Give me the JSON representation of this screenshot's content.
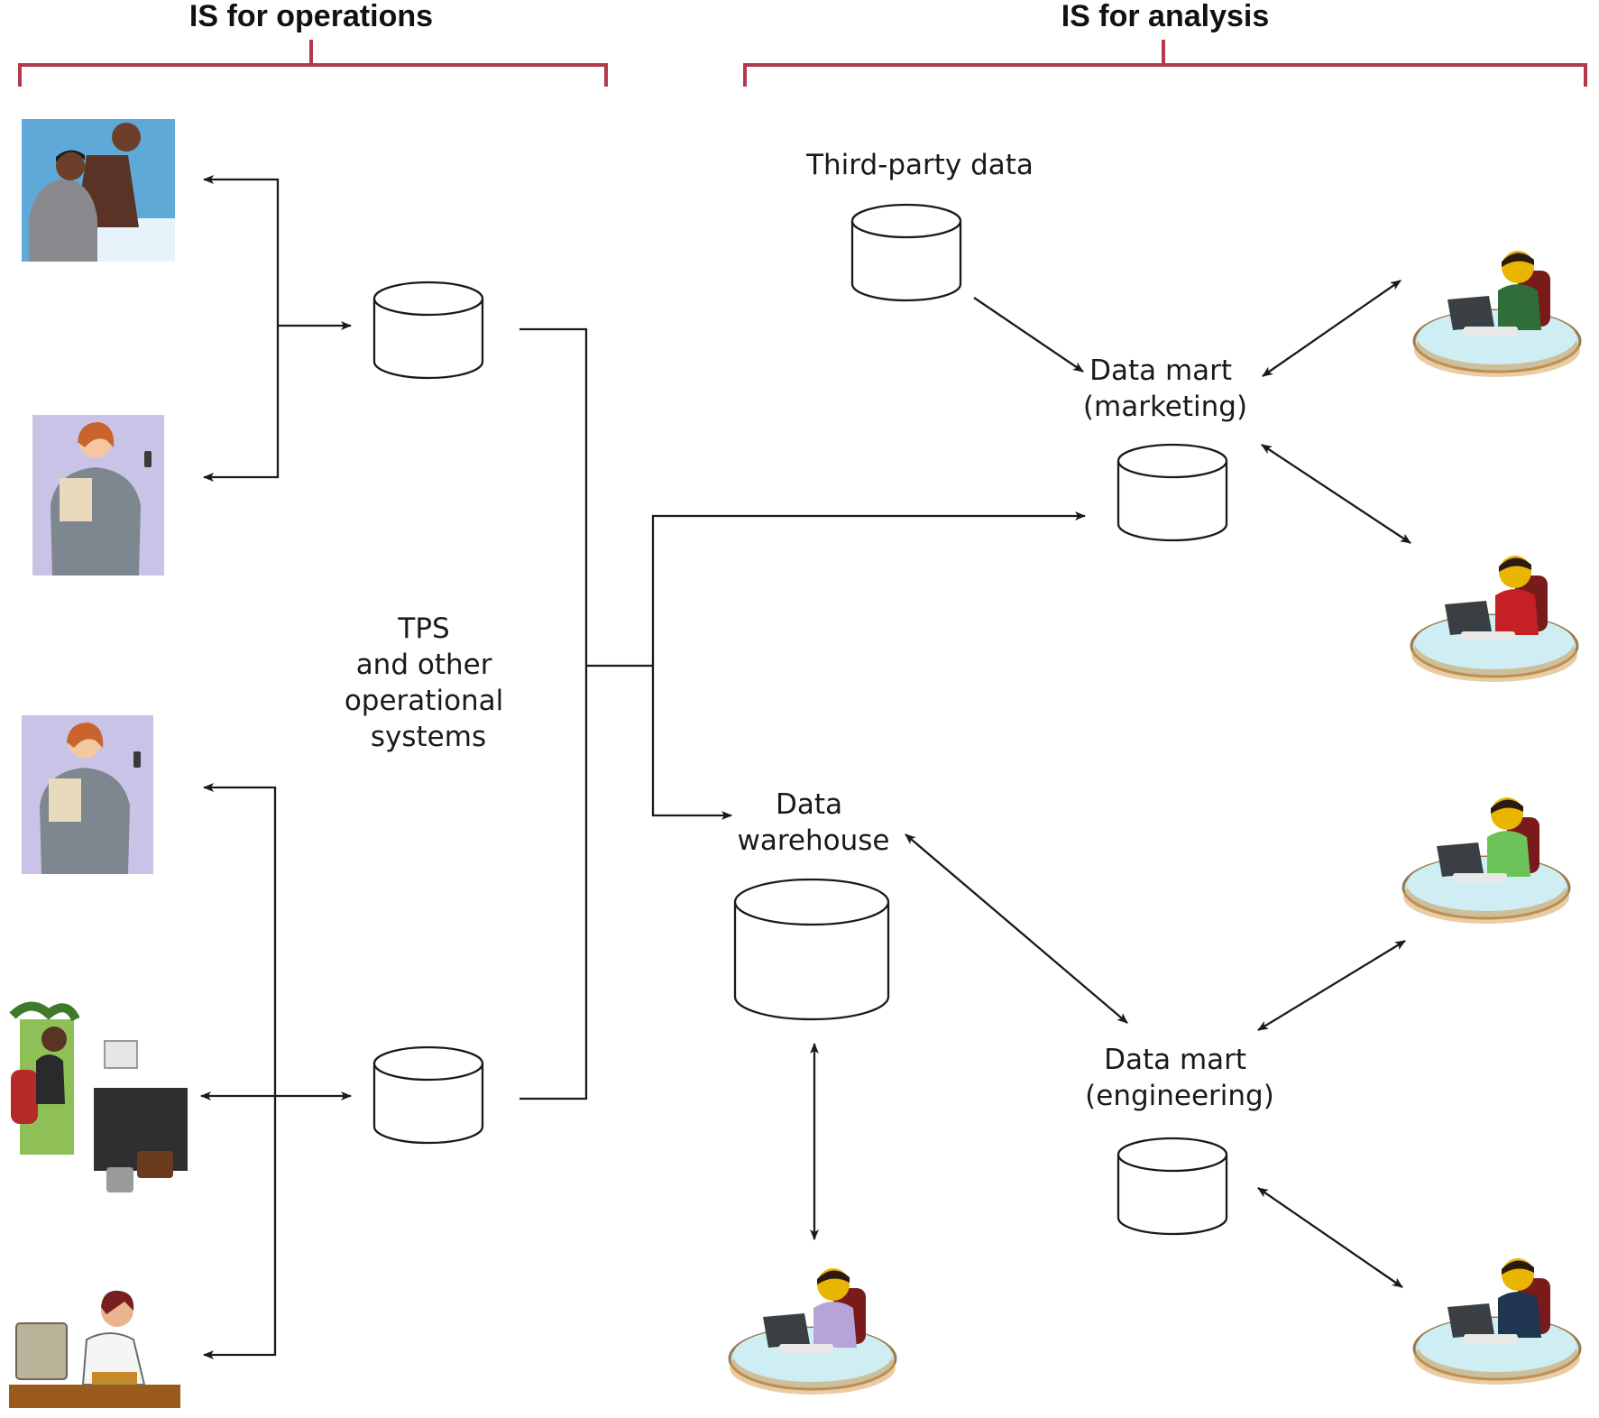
{
  "headers": {
    "operations": "IS for operations",
    "analysis": "IS for analysis"
  },
  "labels": {
    "third_party": "Third-party data",
    "mart_marketing": [
      "Data mart",
      "(marketing)"
    ],
    "tps": [
      "TPS",
      "and other",
      "operational",
      "systems"
    ],
    "warehouse": [
      "Data",
      "warehouse"
    ],
    "mart_engineering": [
      "Data mart",
      "(engineering)"
    ]
  },
  "colors": {
    "bracket": "#b23a4c",
    "line": "#1a1a1a"
  },
  "people": {
    "operations": [
      "people-at-blueprint-icon",
      "businesswoman-with-phone-icon",
      "businesswoman-with-phone-icon",
      "man-at-office-desk-icon",
      "cashier-at-register-icon"
    ],
    "analysis": [
      "analyst-at-laptop-icon",
      "analyst-at-monitor-icon",
      "analyst-with-headset-icon",
      "analyst-at-laptop-icon",
      "analyst-with-headset-icon"
    ]
  }
}
